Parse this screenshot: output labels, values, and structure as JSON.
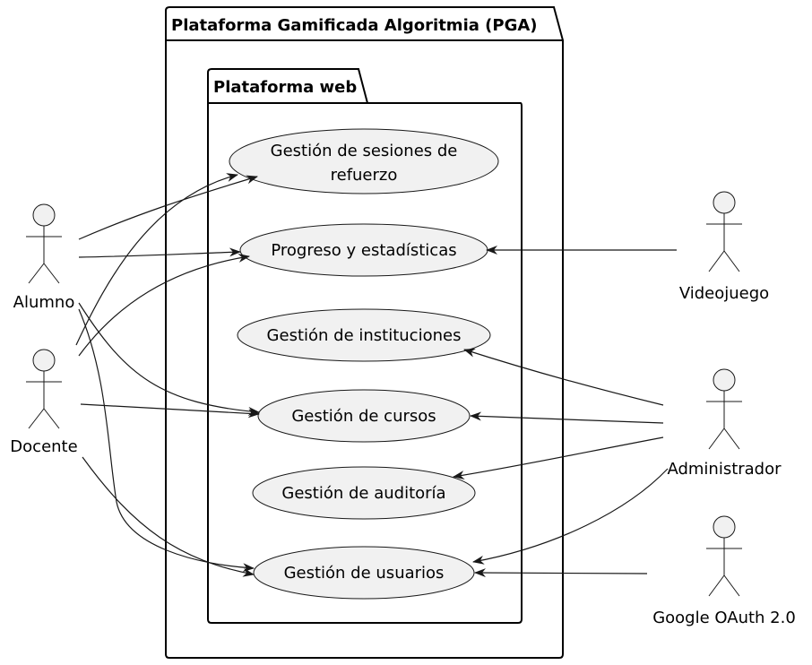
{
  "packages": {
    "outer": {
      "title": "Plataforma Gamificada Algoritmia (PGA)"
    },
    "inner": {
      "title": "Plataforma web"
    }
  },
  "use_cases": {
    "sesiones": {
      "line1": "Gestión de sesiones de",
      "line2": "refuerzo"
    },
    "progreso": {
      "label": "Progreso y estadísticas"
    },
    "instituciones": {
      "label": "Gestión de instituciones"
    },
    "cursos": {
      "label": "Gestión de cursos"
    },
    "auditoria": {
      "label": "Gestión de auditoría"
    },
    "usuarios": {
      "label": "Gestión de usuarios"
    }
  },
  "actors": {
    "alumno": {
      "label": "Alumno"
    },
    "docente": {
      "label": "Docente"
    },
    "videojuego": {
      "label": "Videojuego"
    },
    "administrador": {
      "label": "Administrador"
    },
    "google": {
      "label": "Google OAuth 2.0"
    }
  },
  "colors": {
    "fill": "#f1f1f1",
    "stroke": "#181818"
  }
}
